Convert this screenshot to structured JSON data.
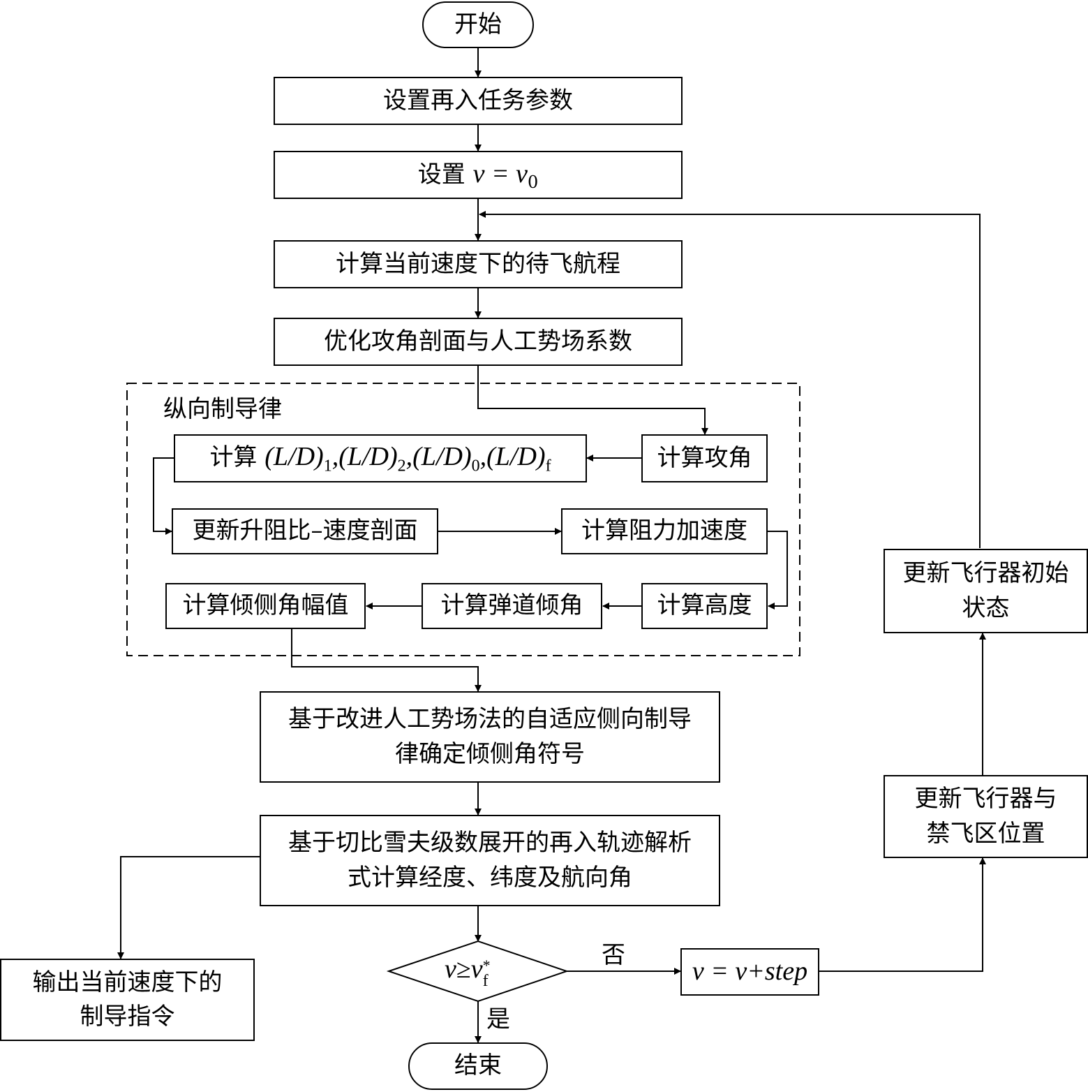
{
  "diagram": {
    "nodes": {
      "start": "开始",
      "set_params": "设置再入任务参数",
      "set_v_prefix": "设置",
      "set_v_math": "v = v",
      "set_v_sub": "0",
      "calc_range": "计算当前速度下的待飞航程",
      "optimize": "优化攻角剖面与人工势场系数",
      "group_label": "纵向制导律",
      "calc_aoa": "计算攻角",
      "calc_ld_prefix": "计算",
      "calc_ld_terms": [
        {
          "expr": "(L/D)",
          "sub": "1"
        },
        {
          "expr": "(L/D)",
          "sub": "2"
        },
        {
          "expr": "(L/D)",
          "sub": "0"
        },
        {
          "expr": "(L/D)",
          "sub": "f"
        }
      ],
      "update_profile": "更新升阻比–速度剖面",
      "calc_drag": "计算阻力加速度",
      "calc_height": "计算高度",
      "calc_fpa": "计算弹道倾角",
      "calc_bank_mag": "计算倾侧角幅值",
      "lateral": "基于改进人工势场法的自适应侧向制导\n律确定倾侧角符号",
      "chebyshev": "基于切比雪夫级数展开的再入轨迹解析\n式计算经度、纬度及航向角",
      "output": "输出当前速度下的\n制导指令",
      "decision_lhs": "v",
      "decision_op": "≥",
      "decision_rhs": "v",
      "decision_sup": "*",
      "decision_sub": "f",
      "step": "v = v+step",
      "update_pos": "更新飞行器与\n禁飞区位置",
      "update_state": "更新飞行器初始\n状态",
      "end": "结束"
    },
    "edge_labels": {
      "no": "否",
      "yes": "是"
    }
  }
}
